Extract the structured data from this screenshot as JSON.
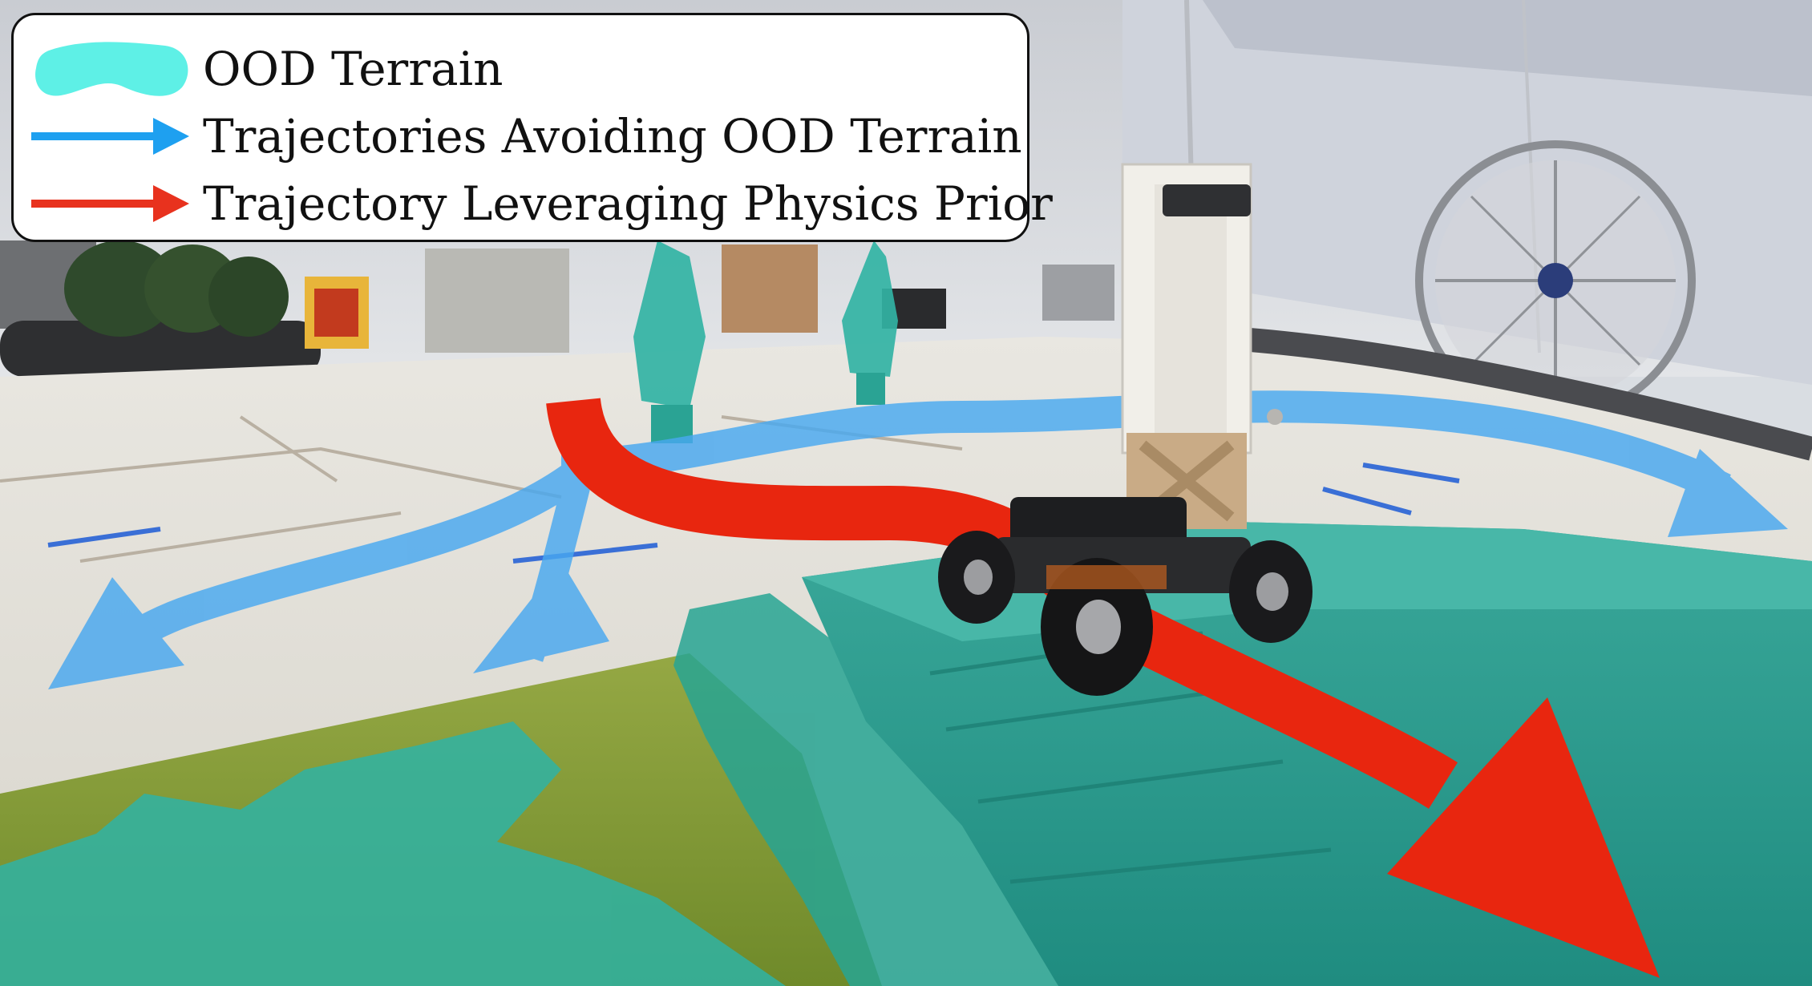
{
  "legend": {
    "items": [
      {
        "label": "OOD Terrain",
        "swatch": "ood-blob",
        "color": "#5ef0e6"
      },
      {
        "label": "Trajectories Avoiding OOD Terrain",
        "swatch": "arrow",
        "color": "#1ea0f0"
      },
      {
        "label": "Trajectory Leveraging Physics Prior",
        "swatch": "arrow",
        "color": "#e8321e"
      }
    ]
  },
  "colors": {
    "ood_overlay": "#2fb3a4",
    "avoid_arrow": "#48a8f0",
    "physics_arrow": "#e8260f",
    "floor": "#e6e4dd",
    "grass": "#8ba33a"
  }
}
